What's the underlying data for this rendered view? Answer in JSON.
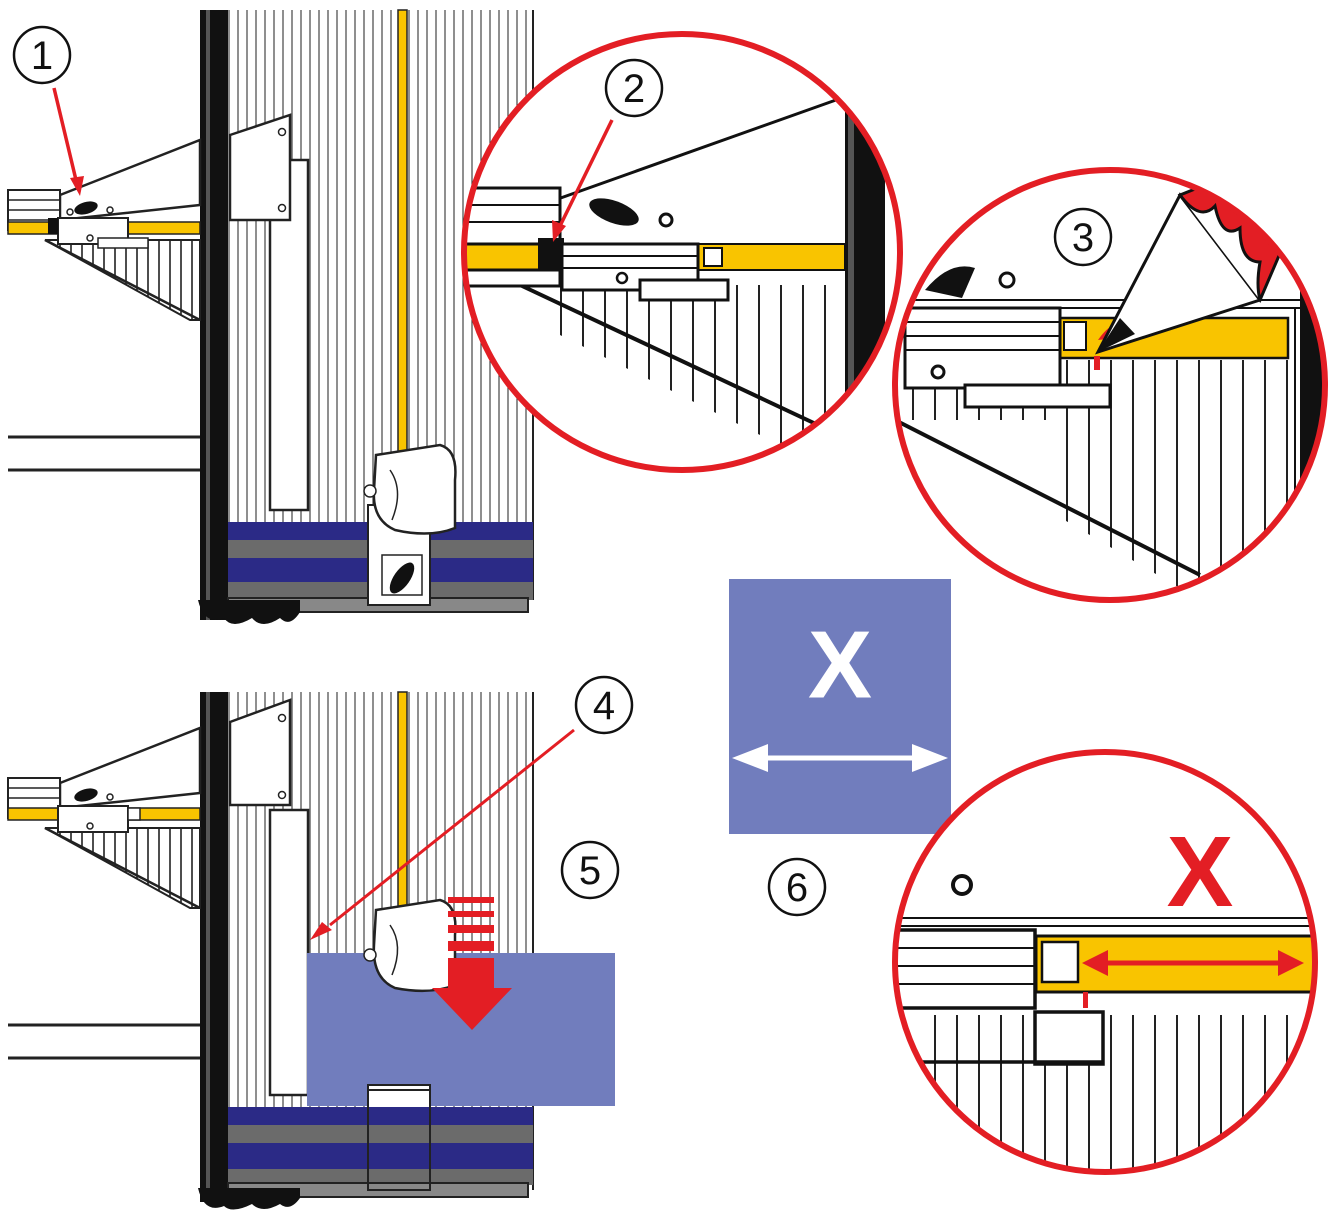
{
  "steps": [
    {
      "label": "1"
    },
    {
      "label": "2"
    },
    {
      "label": "3"
    },
    {
      "label": "4"
    },
    {
      "label": "5"
    },
    {
      "label": "6"
    }
  ],
  "measure_label": "X",
  "result_label": "X",
  "colors": {
    "red": "#e31e24",
    "yellow": "#f9c400",
    "blue_panel": "#717dbd",
    "navy": "#2b2a86",
    "gray": "#6b6b6b",
    "dark": "#111111"
  }
}
